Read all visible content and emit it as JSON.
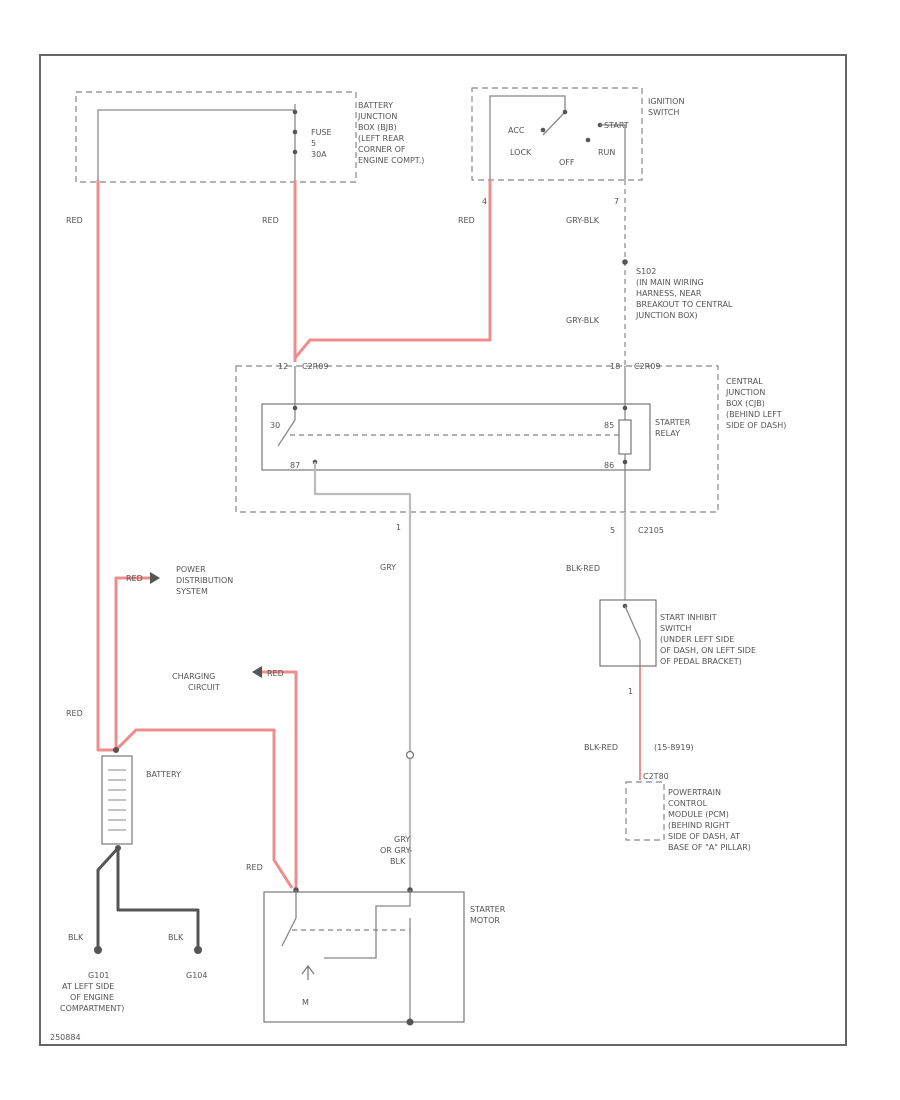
{
  "battery_junction_box": {
    "title": "BATTERY JUNCTION BOX (BJB) (LEFT REAR CORNER OF ENGINE COMPT.)",
    "lines": [
      "BATTERY",
      "JUNCTION",
      "BOX (BJB)",
      "(LEFT REAR",
      "CORNER OF",
      "ENGINE COMPT.)"
    ],
    "fuse_lines": [
      "FUSE",
      "5",
      "30A"
    ]
  },
  "ignition_switch": {
    "lines": [
      "IGNITION",
      "SWITCH"
    ],
    "positions": {
      "acc": "ACC",
      "lock": "LOCK",
      "off": "OFF",
      "start": "START",
      "run": "RUN"
    }
  },
  "wire_labels": {
    "red_left": "RED",
    "red_mid": "RED",
    "red_ign": "RED",
    "gry_blk_top": "GRY-BLK",
    "gry_blk_mid": "GRY-BLK",
    "gry_mid": "GRY",
    "blk_red_mid": "BLK-RED",
    "red_battery": "RED",
    "red_power": "RED",
    "red_charging": "RED",
    "red_starter": "RED",
    "blk_red_lower": "BLK-RED",
    "blk_left": "BLK",
    "blk_right": "BLK",
    "starter_wire_lines": [
      "GRY",
      "OR GRY-",
      "BLK"
    ]
  },
  "splice": {
    "lines": [
      "S102",
      "(IN MAIN WIRING",
      "HARNESS, NEAR",
      "BREAKOUT TO CENTRAL",
      "JUNCTION BOX)"
    ]
  },
  "connectors": {
    "top_left_pin": "12",
    "top_left": "C2R09",
    "top_right_pin": "18",
    "top_right": "C2R09",
    "bottom_left_pin": "1",
    "bottom_right_pin": "5",
    "bottom_right": "C2105",
    "ign_pin": "4",
    "ign_out_pin": "7",
    "inhibit_pin": "1",
    "pcm_pin": "C2T80",
    "pcm_extra": "(15-8919)"
  },
  "central_junction_box": {
    "lines": [
      "CENTRAL",
      "JUNCTION",
      "BOX (CJB)",
      "(BEHIND LEFT",
      "SIDE OF DASH)"
    ]
  },
  "starter_relay": {
    "lines": [
      "STARTER",
      "RELAY"
    ],
    "pins": {
      "p30": "30",
      "p87": "87",
      "p85": "85",
      "p86": "86"
    }
  },
  "power_distribution": {
    "lines": [
      "POWER",
      "DISTRIBUTION",
      "SYSTEM"
    ]
  },
  "charging_circuit": {
    "lines": [
      "CHARGING",
      "CIRCUIT"
    ]
  },
  "start_inhibit": {
    "lines": [
      "START INHIBIT",
      "SWITCH",
      "(UNDER LEFT SIDE",
      "OF DASH, ON LEFT SIDE",
      "OF PEDAL BRACKET)"
    ]
  },
  "pcm": {
    "lines": [
      "POWERTRAIN",
      "CONTROL",
      "MODULE (PCM)",
      "(BEHIND RIGHT",
      "SIDE OF DASH, AT",
      "BASE OF \"A\" PILLAR)"
    ]
  },
  "battery": {
    "label": "BATTERY"
  },
  "starter_motor": {
    "lines": [
      "STARTER",
      "MOTOR"
    ],
    "m_label": "M"
  },
  "grounds": {
    "left_id": "G101",
    "left_lines": [
      "AT LEFT SIDE",
      "OF ENGINE",
      "COMPARTMENT)"
    ],
    "right_id": "G104"
  },
  "figure_code": "250884"
}
